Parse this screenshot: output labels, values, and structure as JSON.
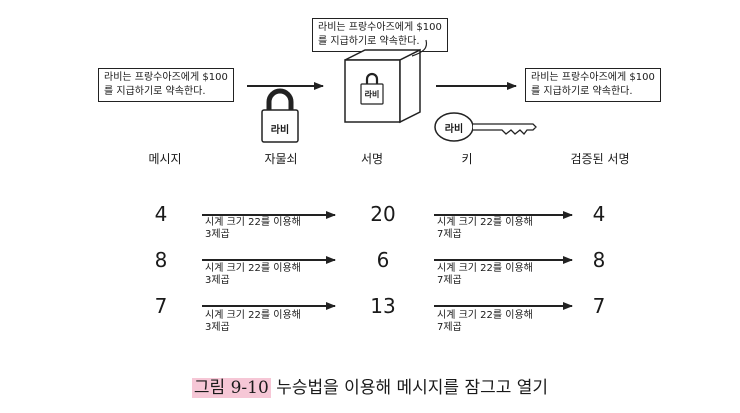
{
  "top": {
    "message_text": [
      "라비는 프랑수아즈에게 $100",
      "를 지급하기로 약속한다."
    ],
    "lock_label": "라비",
    "key_label": "라비",
    "labels": {
      "message": "메시지",
      "padlock": "자물쇠",
      "signature": "서명",
      "key": "키",
      "verified": "검증된 서명"
    }
  },
  "rows": [
    {
      "input": "4",
      "lock_step": [
        "시계 크기 22를 이용해",
        "3제곱"
      ],
      "signature": "20",
      "key_step": [
        "시계 크기 22를 이용해",
        "7제곱"
      ],
      "output": "4"
    },
    {
      "input": "8",
      "lock_step": [
        "시계 크기 22를 이용해",
        "3제곱"
      ],
      "signature": "6",
      "key_step": [
        "시계 크기 22를 이용해",
        "7제곱"
      ],
      "output": "8"
    },
    {
      "input": "7",
      "lock_step": [
        "시계 크기 22를 이용해",
        "3제곱"
      ],
      "signature": "13",
      "key_step": [
        "시계 크기 22를 이용해",
        "7제곱"
      ],
      "output": "7"
    }
  ],
  "caption": {
    "figure_number": "그림 9-10",
    "title": "누승법을 이용해 메시지를 잠그고 열기"
  }
}
